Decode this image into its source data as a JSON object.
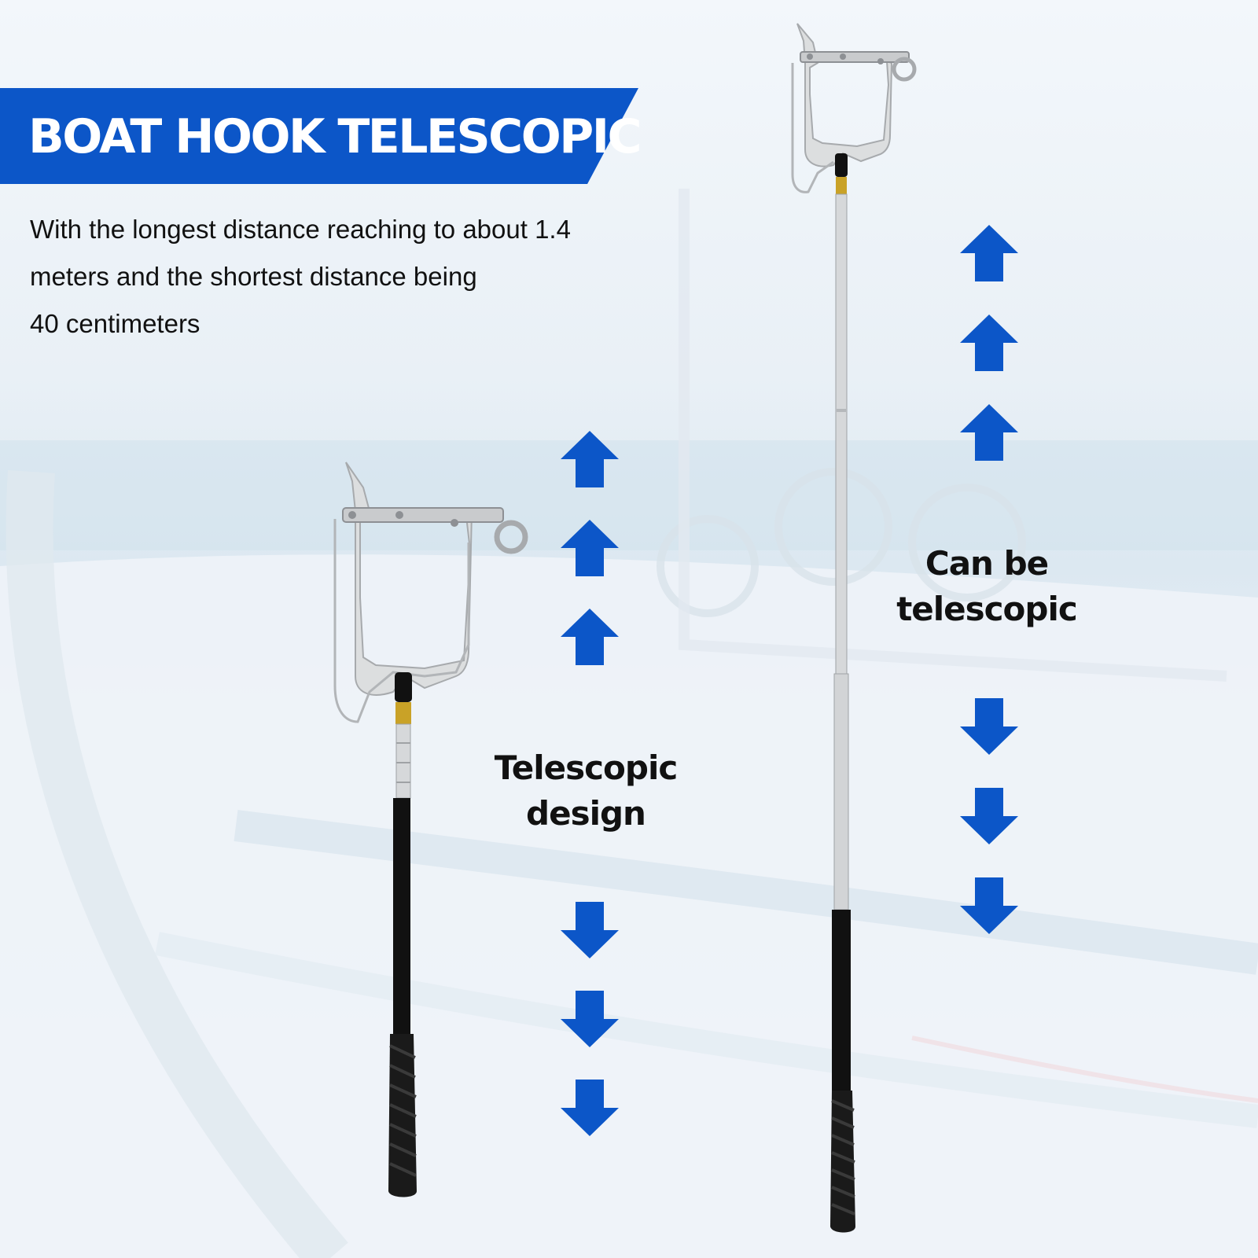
{
  "banner": {
    "title": "BOAT HOOK TELESCOPIC",
    "color": "#0c56c8"
  },
  "description": {
    "lines": [
      "With the longest distance reaching to about 1.4",
      "meters and the shortest distance being",
      "40 centimeters"
    ]
  },
  "labels": {
    "left": [
      "Telescopic",
      "design"
    ],
    "right": [
      "Can be",
      "telescopic"
    ]
  },
  "colors": {
    "arrow": "#0c56c8",
    "handle": "#111111",
    "metal": "#d6d8da",
    "collar": "#c9a227"
  },
  "icons": {
    "up": "arrow-up-icon",
    "down": "arrow-down-icon"
  }
}
